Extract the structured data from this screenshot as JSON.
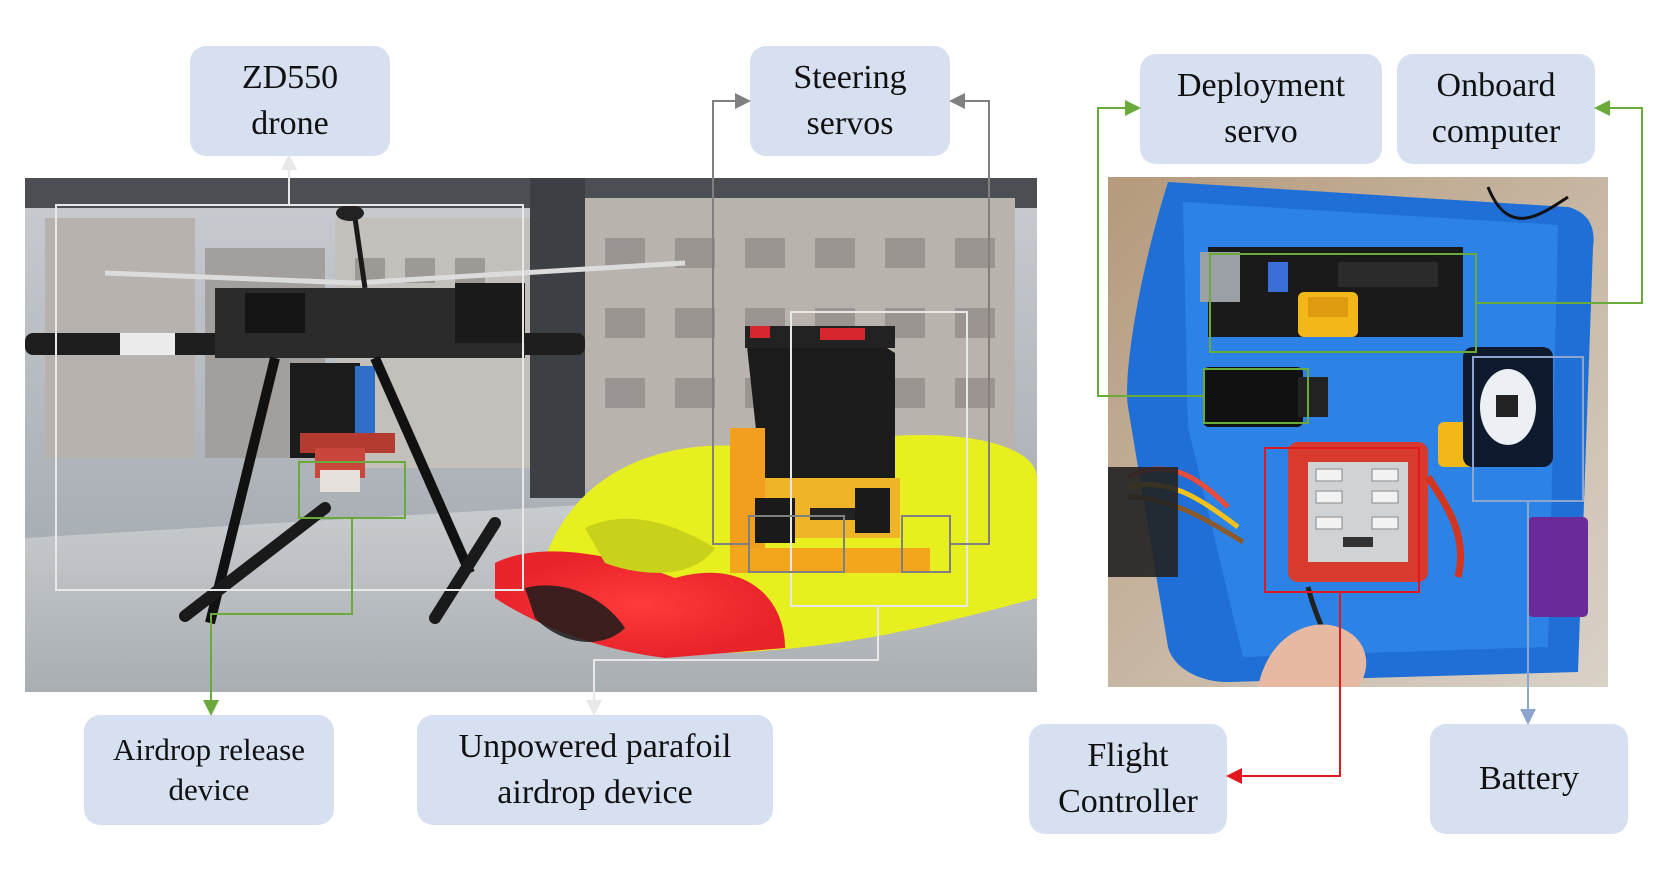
{
  "labels": {
    "zd550": "ZD550\ndrone",
    "steering": "Steering\nservos",
    "deploy": "Deployment\nservo",
    "onboard": "Onboard\ncomputer",
    "airdrop": "Airdrop release\ndevice",
    "parafoil": "Unpowered parafoil\nairdrop device",
    "flight": "Flight\nController",
    "battery": "Battery"
  },
  "colors": {
    "label_bg": "#d6e0f1",
    "white_connector": "#e8e8e8",
    "gray_connector": "#808080",
    "green_connector": "#6aaa3a",
    "red_connector": "#e0191e",
    "blue_connector": "#8ea5cf",
    "enclosure_blue": "#1f6fd6",
    "parafoil_yellow": "#e8ef1e",
    "parafoil_red": "#e8232a"
  }
}
